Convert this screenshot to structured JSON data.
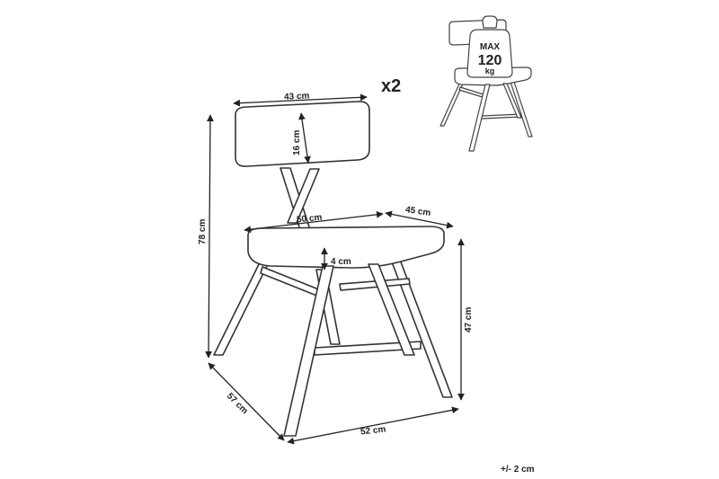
{
  "quantity": "x2",
  "tolerance": "+/- 2 cm",
  "max_load": {
    "line1": "MAX",
    "line2": "120",
    "line3": "kg"
  },
  "dimensions": {
    "backrest_width": "43 cm",
    "backrest_height": "16 cm",
    "total_height": "78 cm",
    "seat_width": "50 cm",
    "seat_depth": "45 cm",
    "seat_thickness": "4 cm",
    "seat_height": "47 cm",
    "depth": "57 cm",
    "width": "52 cm"
  }
}
